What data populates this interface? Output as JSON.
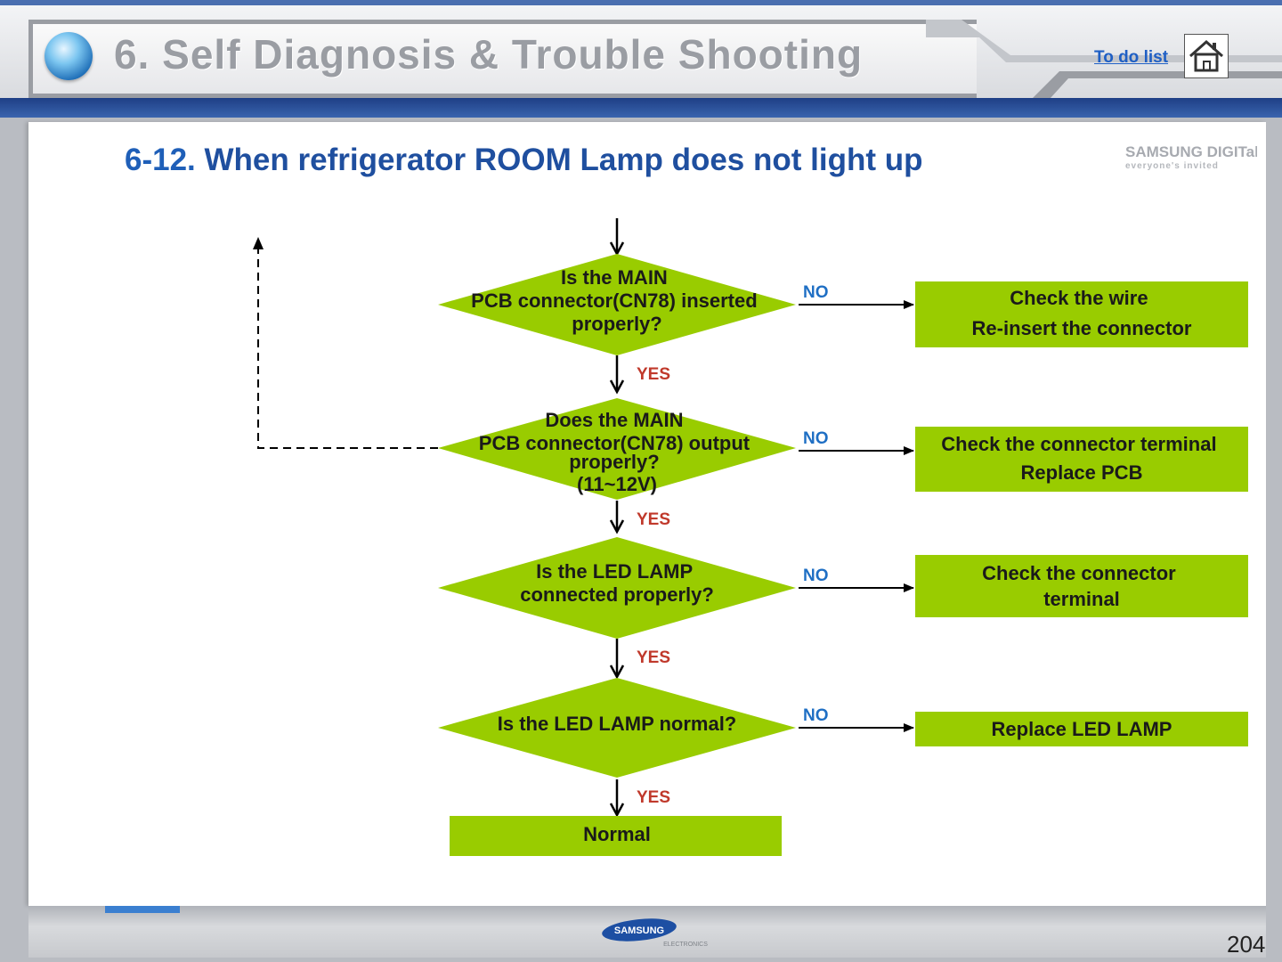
{
  "header": {
    "title": "6. Self Diagnosis & Trouble Shooting",
    "todo_link": "To do list"
  },
  "heading": {
    "number": "6-12.",
    "text": "When refrigerator ROOM Lamp does not light up"
  },
  "logos": {
    "samsung_digital_wordmark": "SAMSUNG DIGITall",
    "samsung_digital_tagline": "everyone's invited",
    "samsung_wordmark": "SAMSUNG",
    "samsung_sub": "ELECTRONICS"
  },
  "flowchart": {
    "decisions": [
      {
        "lines": [
          "Is the MAIN",
          "PCB connector(CN78) inserted",
          "properly?"
        ]
      },
      {
        "lines": [
          "Does the MAIN",
          "PCB connector(CN78) output",
          "properly?",
          "(11~12V)"
        ]
      },
      {
        "lines": [
          "Is the LED LAMP",
          "connected properly?"
        ]
      },
      {
        "lines": [
          "Is the LED LAMP normal?"
        ]
      }
    ],
    "actions": [
      {
        "lines": [
          "Check the wire",
          "Re-insert the connector"
        ]
      },
      {
        "lines": [
          "Check the connector terminal",
          "Replace PCB"
        ]
      },
      {
        "lines": [
          "Check the connector",
          "terminal"
        ]
      },
      {
        "lines": [
          "Replace LED LAMP"
        ]
      }
    ],
    "end": "Normal",
    "yes_label": "YES",
    "no_label": "NO"
  },
  "footer": {
    "page_number": "204"
  },
  "colors": {
    "shape_fill": "#99cc00",
    "heading": "#1f4f9f",
    "yes": "#c0392b",
    "no": "#1f6fc4",
    "header_band": "#2a4f96"
  },
  "icons": {
    "home": "house-icon",
    "globe": "globe-icon"
  }
}
